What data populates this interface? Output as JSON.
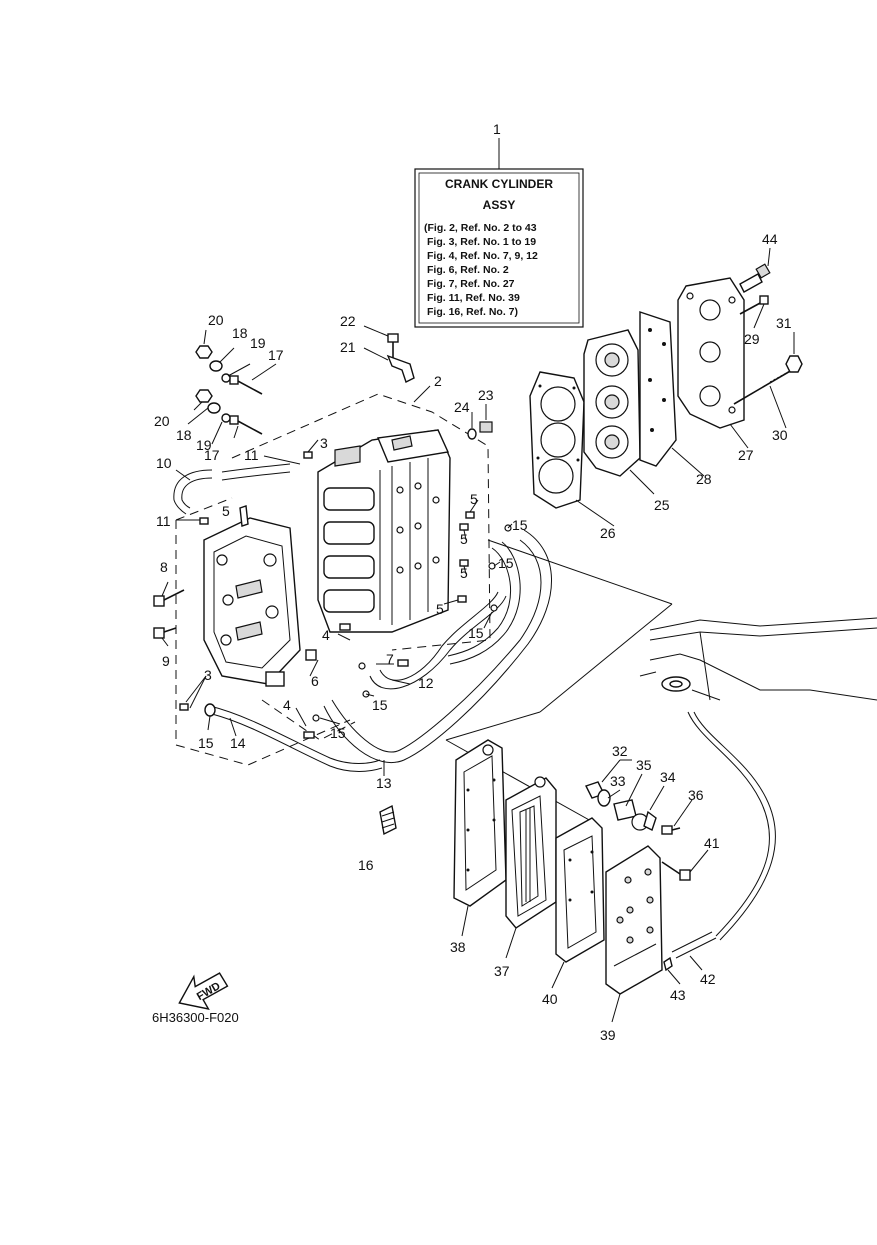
{
  "title_box": {
    "ref": "1",
    "title_line1": "CRANK CYLINDER",
    "title_line2": "ASSY",
    "refs": [
      "(Fig. 2, Ref. No. 2 to 43",
      "Fig. 3, Ref. No. 1 to 19",
      "Fig. 4, Ref. No. 7, 9, 12",
      "Fig. 6, Ref. No. 2",
      "Fig. 7, Ref. No. 27",
      "Fig. 11, Ref. No. 39",
      "Fig. 16, Ref. No. 7)"
    ]
  },
  "fwd_label": "FWD",
  "figure_code": "6H36300-F020",
  "callouts": {
    "c2": "2",
    "c3a": "3",
    "c3b": "3",
    "c4a": "4",
    "c4b": "4",
    "c5a": "5",
    "c5b": "5",
    "c5c": "5",
    "c5d": "5",
    "c5e": "5",
    "c6": "6",
    "c7": "7",
    "c8": "8",
    "c9": "9",
    "c10": "10",
    "c11a": "11",
    "c11b": "11",
    "c12": "12",
    "c13": "13",
    "c14": "14",
    "c15a": "15",
    "c15b": "15",
    "c15c": "15",
    "c15d": "15",
    "c15e": "15",
    "c15f": "15",
    "c16": "16",
    "c17a": "17",
    "c17b": "17",
    "c18a": "18",
    "c18b": "18",
    "c19a": "19",
    "c19b": "19",
    "c20a": "20",
    "c20b": "20",
    "c21": "21",
    "c22": "22",
    "c23": "23",
    "c24": "24",
    "c25": "25",
    "c26": "26",
    "c27": "27",
    "c28": "28",
    "c29": "29",
    "c30": "30",
    "c31": "31",
    "c32": "32",
    "c33": "33",
    "c34": "34",
    "c35": "35",
    "c36": "36",
    "c37": "37",
    "c38": "38",
    "c39": "39",
    "c40": "40",
    "c41": "41",
    "c42": "42",
    "c43": "43",
    "c44": "44"
  }
}
